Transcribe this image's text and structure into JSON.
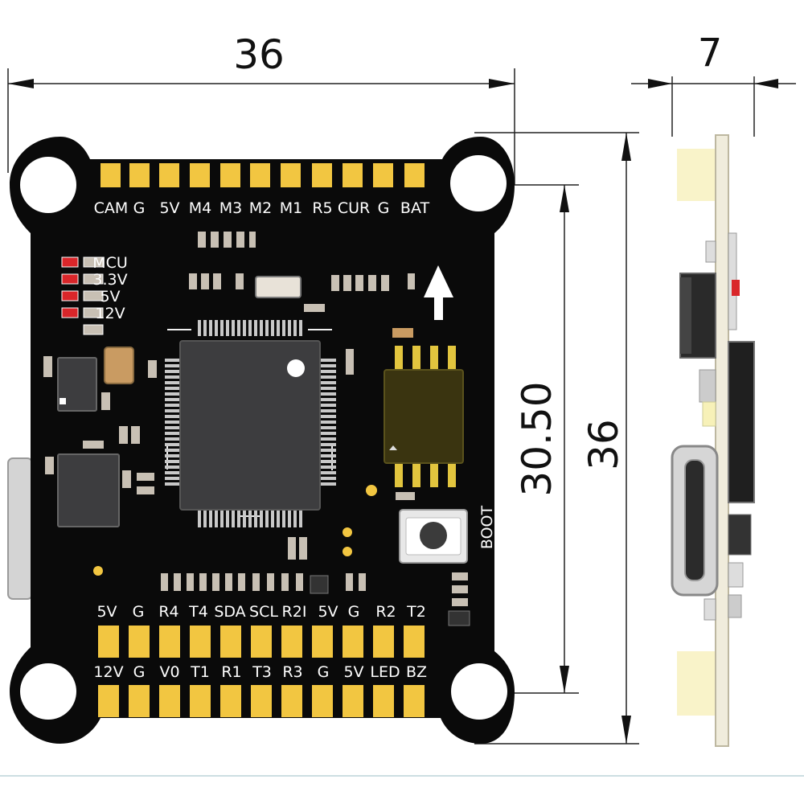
{
  "dimensions": {
    "board_width": "36",
    "side_thickness": "7",
    "mount_spacing": "30.50",
    "board_height": "36"
  },
  "labels": {
    "top_pads": [
      "CAM",
      "G",
      "5V",
      "M4",
      "M3",
      "M2",
      "M1",
      "R5",
      "CUR",
      "G",
      "BAT"
    ],
    "leds": [
      "MCU",
      "3.3V",
      "5V",
      "12V"
    ],
    "boot": "BOOT",
    "bottom_upper": [
      "5V",
      "G",
      "R4",
      "T4",
      "SDA",
      "SCL",
      "R2I",
      "5V",
      "G",
      "R2",
      "T2"
    ],
    "bottom_lower": [
      "12V",
      "G",
      "V0",
      "T1",
      "R1",
      "T3",
      "R3",
      "G",
      "5V",
      "LED",
      "BZ"
    ]
  },
  "colors": {
    "board": "#0a0a0a",
    "pad": "#f2c641",
    "silkscreen": "#ffffff",
    "led": "#d9262a",
    "mcu": "#3d3d3f",
    "flash_chip": "#3a3410"
  }
}
